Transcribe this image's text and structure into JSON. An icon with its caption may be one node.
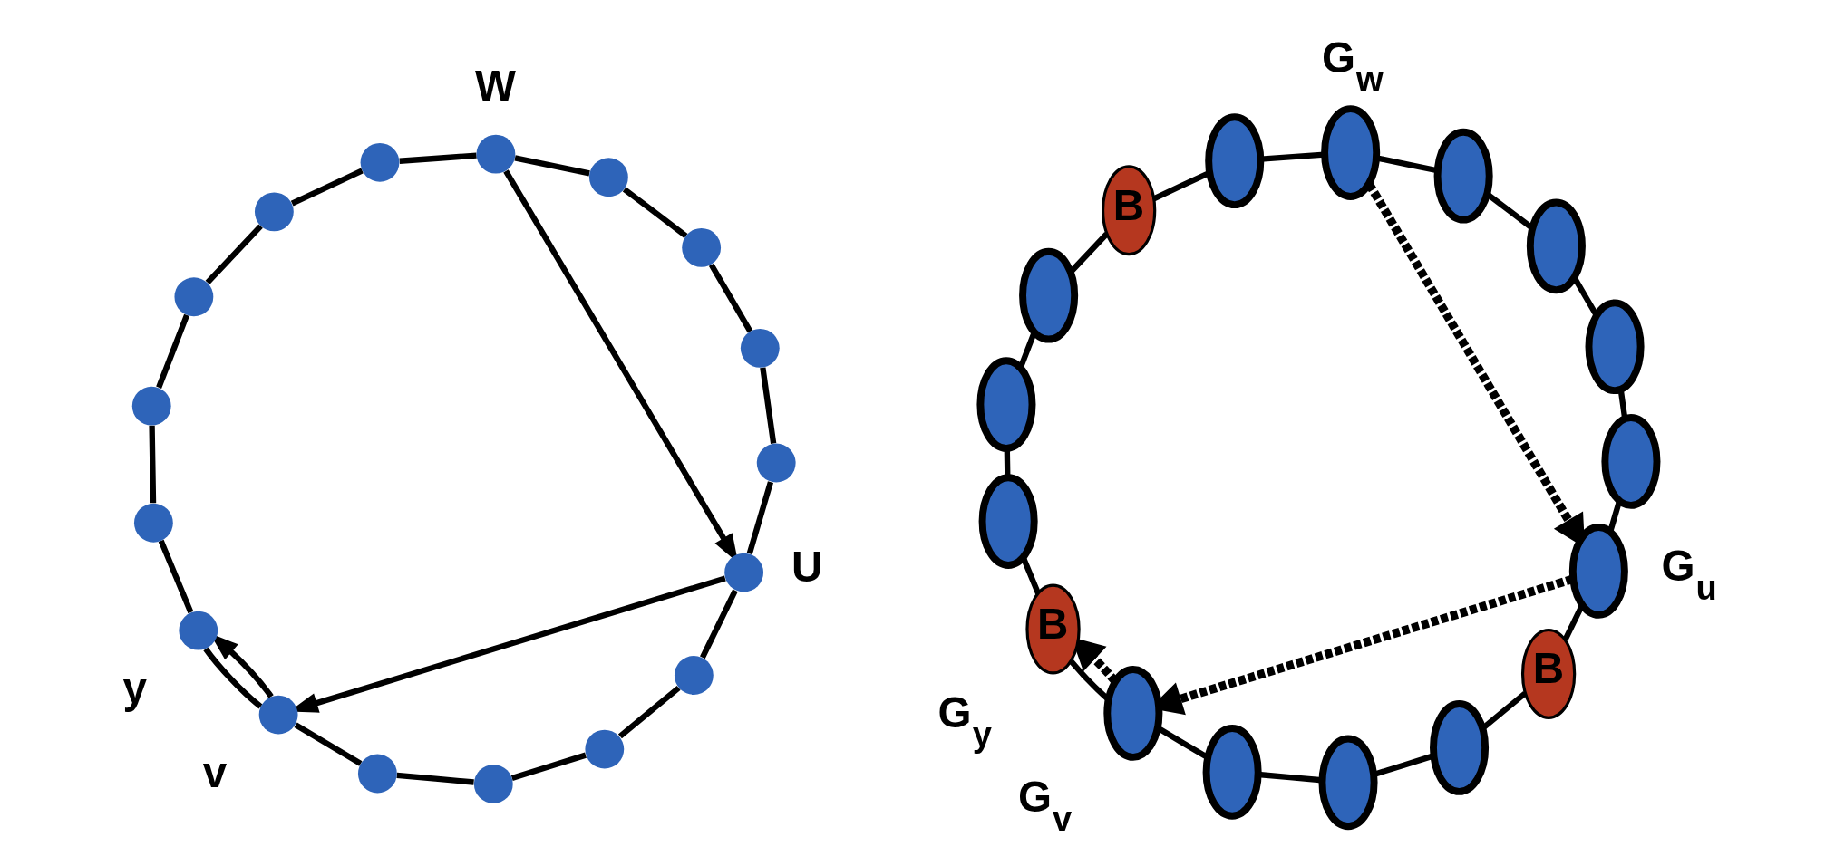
{
  "diagram": {
    "nodes": [
      {
        "text": [],
        "shape": "circle",
        "beside": [
          "W"
        ]
      },
      {
        "text": [],
        "shape": "circle"
      },
      {
        "text": [],
        "shape": "circle"
      },
      {
        "text": [],
        "shape": "circle"
      },
      {
        "text": [],
        "shape": "circle"
      },
      {
        "text": [],
        "shape": "circle",
        "beside": [
          "U"
        ]
      },
      {
        "text": [],
        "shape": "circle"
      },
      {
        "text": [],
        "shape": "circle"
      },
      {
        "text": [],
        "shape": "circle"
      },
      {
        "text": [],
        "shape": "circle"
      },
      {
        "text": [],
        "shape": "circle",
        "beside": [
          "v"
        ]
      },
      {
        "text": [],
        "shape": "circle",
        "beside": [
          "y"
        ]
      },
      {
        "text": [],
        "shape": "circle"
      },
      {
        "text": [],
        "shape": "circle"
      },
      {
        "text": [],
        "shape": "circle"
      },
      {
        "text": [],
        "shape": "circle"
      },
      {
        "text": [],
        "shape": "circle"
      },
      {
        "text": [],
        "shape": "ellipse",
        "beside": [
          "G$_{w}$"
        ]
      },
      {
        "text": [],
        "shape": "ellipse"
      },
      {
        "text": [],
        "shape": "ellipse"
      },
      {
        "text": [],
        "shape": "ellipse"
      },
      {
        "text": [],
        "shape": "ellipse"
      },
      {
        "text": [],
        "shape": "ellipse",
        "beside": [
          "G$_{u}$"
        ]
      },
      {
        "text": [
          "B"
        ]
      },
      {
        "text": [],
        "shape": "ellipse"
      },
      {
        "text": [],
        "shape": "ellipse"
      },
      {
        "text": [],
        "shape": "ellipse"
      },
      {
        "text": [],
        "shape": "ellipse",
        "beside": [
          "G$_{v}$"
        ]
      },
      {
        "text": [
          "B"
        ],
        "beside": [
          "G$_{y}$"
        ]
      },
      {
        "text": [],
        "shape": "ellipse"
      },
      {
        "text": [],
        "shape": "ellipse"
      },
      {
        "text": [],
        "shape": "ellipse"
      },
      {
        "text": [
          "B"
        ]
      },
      {
        "text": [],
        "shape": "ellipse"
      }
    ],
    "edges": [
      {
        "from": 0,
        "to": 1,
        "arrow": "none"
      },
      {
        "from": 1,
        "to": 2,
        "arrow": "none"
      },
      {
        "from": 2,
        "to": 3,
        "arrow": "none"
      },
      {
        "from": 3,
        "to": 4,
        "arrow": "none"
      },
      {
        "from": 4,
        "to": 5,
        "arrow": "none"
      },
      {
        "from": 5,
        "to": 6,
        "arrow": "none"
      },
      {
        "from": 6,
        "to": 7,
        "arrow": "none"
      },
      {
        "from": 7,
        "to": 8,
        "arrow": "none"
      },
      {
        "from": 8,
        "to": 9,
        "arrow": "none"
      },
      {
        "from": 9,
        "to": 10,
        "arrow": "none"
      },
      {
        "from": 10,
        "to": 11,
        "arrow": "none"
      },
      {
        "from": 11,
        "to": 12,
        "arrow": "none"
      },
      {
        "from": 12,
        "to": 13,
        "arrow": "none"
      },
      {
        "from": 13,
        "to": 14,
        "arrow": "none"
      },
      {
        "from": 14,
        "to": 15,
        "arrow": "none"
      },
      {
        "from": 15,
        "to": 16,
        "arrow": "none"
      },
      {
        "from": 16,
        "to": 0,
        "arrow": "none"
      },
      {
        "from": 0,
        "to": 5,
        "arrow": "to"
      },
      {
        "from": 5,
        "to": 10,
        "arrow": "to"
      },
      {
        "from": 10,
        "to": 11,
        "arrow": "to"
      },
      {
        "from": 17,
        "to": 18,
        "arrow": "none"
      },
      {
        "from": 18,
        "to": 19,
        "arrow": "none"
      },
      {
        "from": 19,
        "to": 20,
        "arrow": "none"
      },
      {
        "from": 20,
        "to": 21,
        "arrow": "none"
      },
      {
        "from": 21,
        "to": 22,
        "arrow": "none"
      },
      {
        "from": 22,
        "to": 23,
        "arrow": "none"
      },
      {
        "from": 23,
        "to": 24,
        "arrow": "none"
      },
      {
        "from": 24,
        "to": 25,
        "arrow": "none"
      },
      {
        "from": 25,
        "to": 26,
        "arrow": "none"
      },
      {
        "from": 26,
        "to": 27,
        "arrow": "none"
      },
      {
        "from": 27,
        "to": 28,
        "arrow": "none"
      },
      {
        "from": 28,
        "to": 29,
        "arrow": "none"
      },
      {
        "from": 29,
        "to": 30,
        "arrow": "none"
      },
      {
        "from": 30,
        "to": 31,
        "arrow": "none"
      },
      {
        "from": 31,
        "to": 32,
        "arrow": "none"
      },
      {
        "from": 32,
        "to": 33,
        "arrow": "none"
      },
      {
        "from": 33,
        "to": 17,
        "arrow": "none"
      },
      {
        "from": 17,
        "to": 22,
        "arrow": "to",
        "style": "dashed"
      },
      {
        "from": 22,
        "to": 27,
        "arrow": "to",
        "style": "dashed"
      },
      {
        "from": 27,
        "to": 28,
        "arrow": "to",
        "style": "dashed"
      }
    ]
  }
}
